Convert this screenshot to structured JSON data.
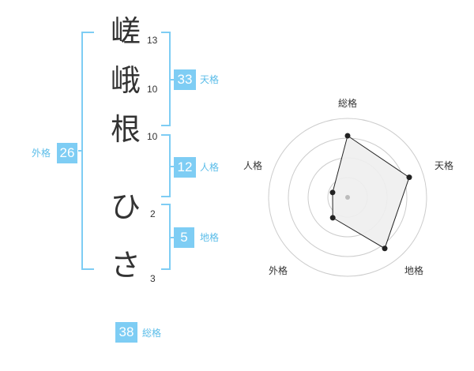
{
  "name_chars": [
    {
      "char": "嵯",
      "strokes": "13"
    },
    {
      "char": "峨",
      "strokes": "10"
    },
    {
      "char": "根",
      "strokes": "10"
    },
    {
      "char": "ひ",
      "strokes": "2"
    },
    {
      "char": "さ",
      "strokes": "3"
    }
  ],
  "fortunes": {
    "tenkaku": {
      "value": "33",
      "label": "天格"
    },
    "jinkaku": {
      "value": "12",
      "label": "人格"
    },
    "chikaku": {
      "value": "5",
      "label": "地格"
    },
    "gaikaku": {
      "value": "26",
      "label": "外格"
    },
    "soukaku": {
      "value": "38",
      "label": "総格"
    }
  },
  "radar": {
    "labels": {
      "top": "総格",
      "right": "天格",
      "bottom_right": "地格",
      "bottom_left": "外格",
      "left": "人格"
    },
    "levels": 4,
    "values": {
      "soukaku": 0.78,
      "tenkaku": 0.82,
      "chikaku": 0.8,
      "gaikaku": 0.32,
      "jinkaku": 0.2
    },
    "colors": {
      "fill": "#eeeeee",
      "line": "#222222",
      "grid": "#cccccc",
      "center": "#bbbbbb"
    }
  }
}
